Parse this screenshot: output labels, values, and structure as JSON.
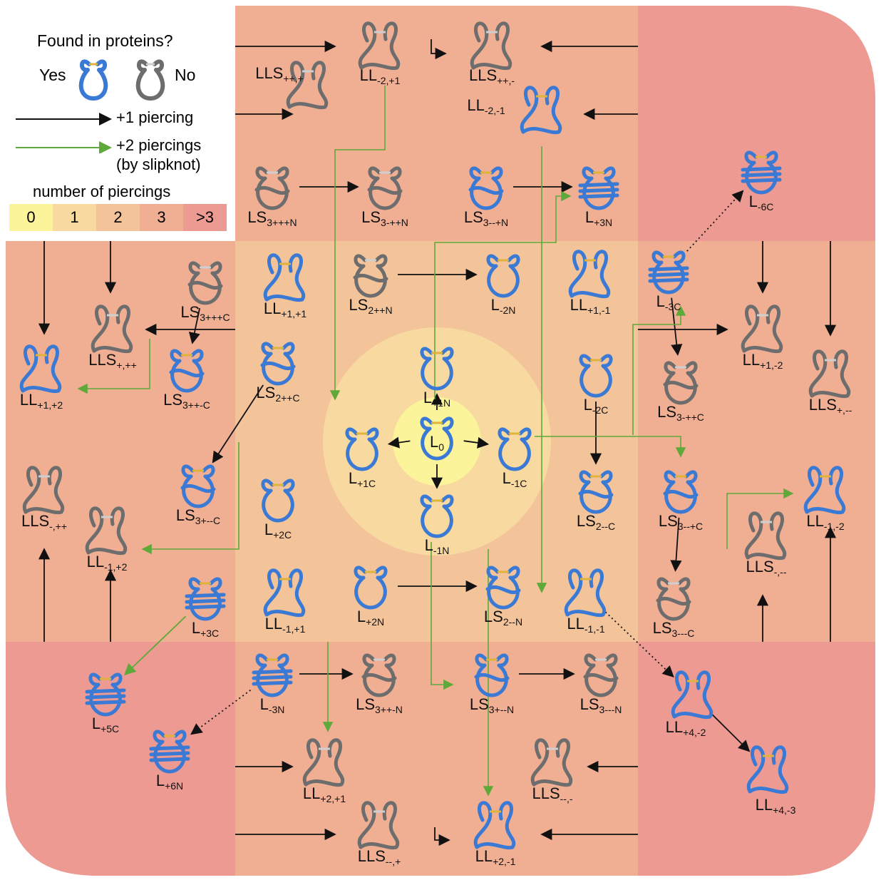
{
  "legend": {
    "title": "Found in proteins?",
    "yes": "Yes",
    "no": "No",
    "black_arrow": "+1 piercing",
    "green_arrow_line1": "+2 piercings",
    "green_arrow_line2": "(by slipknot)",
    "scale_title": "number of piercings",
    "scale": [
      "0",
      "1",
      "2",
      "3",
      ">3"
    ]
  },
  "colors": {
    "zone0": "#fbf49a",
    "zone1": "#f8d9a0",
    "zone2": "#f3c39a",
    "zone3": "#f0ae93",
    "zone4": "#ec9a92",
    "found": "#3a7ad5",
    "not_found": "#6d6d6d",
    "black_arrow": "#111111",
    "green_arrow": "#5fa83a"
  },
  "nodes": [
    {
      "id": "L0",
      "base": "L",
      "sub": "0",
      "found": true
    },
    {
      "id": "L+1N",
      "base": "L",
      "sub": "+1N",
      "found": true
    },
    {
      "id": "L+1C",
      "base": "L",
      "sub": "+1C",
      "found": true
    },
    {
      "id": "L-1C",
      "base": "L",
      "sub": "-1C",
      "found": true
    },
    {
      "id": "L-1N",
      "base": "L",
      "sub": "-1N",
      "found": true
    },
    {
      "id": "LL-2,+1",
      "base": "LL",
      "sub": "-2,+1",
      "found": false
    },
    {
      "id": "LLS++,+",
      "base": "LLS",
      "sub": "++,+",
      "found": false
    },
    {
      "id": "LLS++,-",
      "base": "LLS",
      "sub": "++,-",
      "found": false
    },
    {
      "id": "LL-2,-1",
      "base": "LL",
      "sub": "-2,-1",
      "found": true
    },
    {
      "id": "LS3+++N",
      "base": "LS",
      "sub": "3+++N",
      "found": false
    },
    {
      "id": "LS3-++N",
      "base": "LS",
      "sub": "3-++N",
      "found": false
    },
    {
      "id": "LS3--+N",
      "base": "LS",
      "sub": "3--+N",
      "found": true
    },
    {
      "id": "L+3N",
      "base": "L",
      "sub": "+3N",
      "found": true
    },
    {
      "id": "L-6C",
      "base": "L",
      "sub": "-6C",
      "found": true
    },
    {
      "id": "LL+1,+1",
      "base": "LL",
      "sub": "+1,+1",
      "found": true
    },
    {
      "id": "LS2++N",
      "base": "LS",
      "sub": "2++N",
      "found": false
    },
    {
      "id": "L-2N",
      "base": "L",
      "sub": "-2N",
      "found": true
    },
    {
      "id": "LL+1,-1",
      "base": "LL",
      "sub": "+1,-1",
      "found": true
    },
    {
      "id": "LS3+++C",
      "base": "LS",
      "sub": "3+++C",
      "found": false
    },
    {
      "id": "LLS+,++",
      "base": "LLS",
      "sub": "+,++",
      "found": false
    },
    {
      "id": "LL+1,+2",
      "base": "LL",
      "sub": "+1,+2",
      "found": true
    },
    {
      "id": "LS3++-C",
      "base": "LS",
      "sub": "3++-C",
      "found": true
    },
    {
      "id": "LS2++C",
      "base": "LS",
      "sub": "2++C",
      "found": true
    },
    {
      "id": "L-3C",
      "base": "L",
      "sub": "-3C",
      "found": true
    },
    {
      "id": "LL+1,-2",
      "base": "LL",
      "sub": "+1,-2",
      "found": false
    },
    {
      "id": "L-2C",
      "base": "L",
      "sub": "-2C",
      "found": true
    },
    {
      "id": "LS3-+C",
      "base": "LS",
      "sub": "3-++C",
      "found": false
    },
    {
      "id": "LLS+,--",
      "base": "LLS",
      "sub": "+,--",
      "found": false
    },
    {
      "id": "LLS-,++",
      "base": "LLS",
      "sub": "-,++",
      "found": false
    },
    {
      "id": "LS3+--C",
      "base": "LS",
      "sub": "3+--C",
      "found": true
    },
    {
      "id": "L+2C",
      "base": "L",
      "sub": "+2C",
      "found": true
    },
    {
      "id": "LL-1,+2",
      "base": "LL",
      "sub": "-1,+2",
      "found": false
    },
    {
      "id": "L+3C",
      "base": "L",
      "sub": "+3C",
      "found": true
    },
    {
      "id": "LS2--C",
      "base": "LS",
      "sub": "2--C",
      "found": true
    },
    {
      "id": "LS3--+C",
      "base": "LS",
      "sub": "3--+C",
      "found": true
    },
    {
      "id": "LL-1,-2",
      "base": "LL",
      "sub": "-1,-2",
      "found": true
    },
    {
      "id": "LLS-,--",
      "base": "LLS",
      "sub": "-,--",
      "found": false
    },
    {
      "id": "LS3---C",
      "base": "LS",
      "sub": "3---C",
      "found": false
    },
    {
      "id": "LL-1,+1",
      "base": "LL",
      "sub": "-1,+1",
      "found": true
    },
    {
      "id": "L+2N",
      "base": "L",
      "sub": "+2N",
      "found": true
    },
    {
      "id": "LS2--N",
      "base": "LS",
      "sub": "2--N",
      "found": true
    },
    {
      "id": "LL-1,-1",
      "base": "LL",
      "sub": "-1,-1",
      "found": true
    },
    {
      "id": "L+5C",
      "base": "L",
      "sub": "+5C",
      "found": true
    },
    {
      "id": "L-3N",
      "base": "L",
      "sub": "-3N",
      "found": true
    },
    {
      "id": "LS3++-N",
      "base": "LS",
      "sub": "3++-N",
      "found": false
    },
    {
      "id": "LS3+--N",
      "base": "LS",
      "sub": "3+--N",
      "found": true
    },
    {
      "id": "LS3---N",
      "base": "LS",
      "sub": "3---N",
      "found": false
    },
    {
      "id": "LL+4,-2",
      "base": "LL",
      "sub": "+4,-2",
      "found": true
    },
    {
      "id": "L+6N",
      "base": "L",
      "sub": "+6N",
      "found": true
    },
    {
      "id": "LL+2,+1",
      "base": "LL",
      "sub": "+2,+1",
      "found": false
    },
    {
      "id": "LLS--,-",
      "base": "LLS",
      "sub": "--,-",
      "found": false
    },
    {
      "id": "LL+4,-3",
      "base": "LL",
      "sub": "+4,-3",
      "found": true
    },
    {
      "id": "LLS--,+",
      "base": "LLS",
      "sub": "--,+",
      "found": false
    },
    {
      "id": "LL+2,-1",
      "base": "LL",
      "sub": "+2,-1",
      "found": true
    }
  ],
  "edges_black": [
    [
      "L0",
      "L+1N"
    ],
    [
      "L0",
      "L+1C"
    ],
    [
      "L0",
      "L-1C"
    ],
    [
      "L0",
      "L-1N"
    ],
    [
      "LS2++N",
      "L-2N"
    ],
    [
      "LS3+++N",
      "LS3-++N"
    ],
    [
      "LS3--+N",
      "L+3N"
    ],
    [
      "LS3+++C",
      "LS3++-C"
    ],
    [
      "LS2++C",
      "LS3+--C"
    ],
    [
      "L-3C",
      "LS3-+C"
    ],
    [
      "L-2C",
      "LS2--C"
    ],
    [
      "LS3--+C",
      "LS3---C"
    ],
    [
      "L+2N",
      "LS2--N"
    ],
    [
      "LS3+--N",
      "LS3---N"
    ],
    [
      "L-3N",
      "LS3++-N"
    ],
    [
      "LL+4,-2",
      "LL+4,-3"
    ]
  ],
  "edges_dotted": [
    [
      "L-3C",
      "L-6C"
    ],
    [
      "L-3N",
      "L+6N"
    ],
    [
      "LL-1,-1",
      "LL+4,-2"
    ]
  ],
  "edges_green": [
    [
      "L+3C",
      "L+5C"
    ]
  ]
}
